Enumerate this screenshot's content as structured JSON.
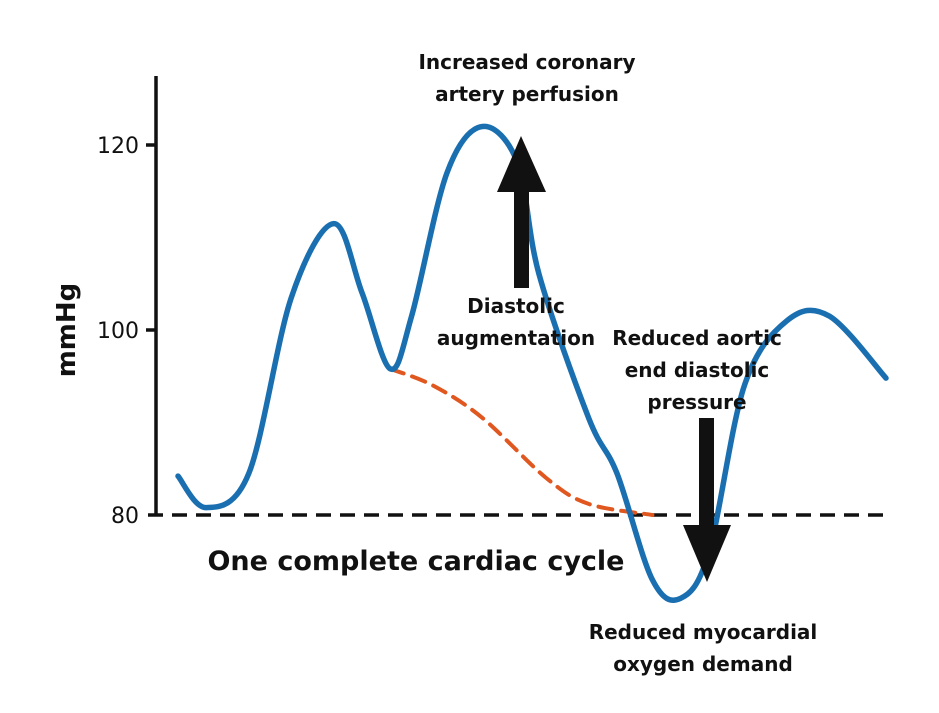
{
  "chart_data": {
    "type": "line",
    "xlabel": "One complete cardiac cycle",
    "ylabel": "mmHg",
    "yticks": [
      "80",
      "100",
      "120"
    ],
    "ylim": [
      78,
      127
    ],
    "grid": false,
    "reference_line": {
      "y": 80,
      "style": "dashed"
    },
    "series": [
      {
        "style": "solid",
        "color": "#1a6fb0",
        "x": [
          0.0,
          0.04,
          0.1,
          0.16,
          0.22,
          0.26,
          0.3,
          0.33,
          0.38,
          0.43,
          0.48,
          0.51,
          0.58,
          0.62,
          0.67,
          0.71,
          0.75,
          0.8,
          0.86,
          0.92,
          1.0
        ],
        "y": [
          84.2,
          80.8,
          84.5,
          103.5,
          111.5,
          104.0,
          95.8,
          101.5,
          117.0,
          122.0,
          118.0,
          106.0,
          90.5,
          84.5,
          73.0,
          71.0,
          76.0,
          94.0,
          101.0,
          101.5,
          94.8
        ]
      },
      {
        "style": "dashed",
        "color": "#e0571f",
        "x": [
          0.3,
          0.36,
          0.43,
          0.52,
          0.58,
          0.67
        ],
        "y": [
          95.8,
          94.0,
          90.5,
          84.0,
          81.2,
          80.0
        ]
      }
    ],
    "annotations": [
      {
        "lines": [
          "Increased coronary",
          "artery perfusion"
        ]
      },
      {
        "lines": [
          "Diastolic",
          "augmentation"
        ]
      },
      {
        "lines": [
          "Reduced aortic",
          "end diastolic",
          "pressure"
        ]
      },
      {
        "lines": [
          "Reduced myocardial",
          "oxygen demand"
        ]
      }
    ],
    "arrows": [
      {
        "direction": "up"
      },
      {
        "direction": "down"
      }
    ]
  }
}
